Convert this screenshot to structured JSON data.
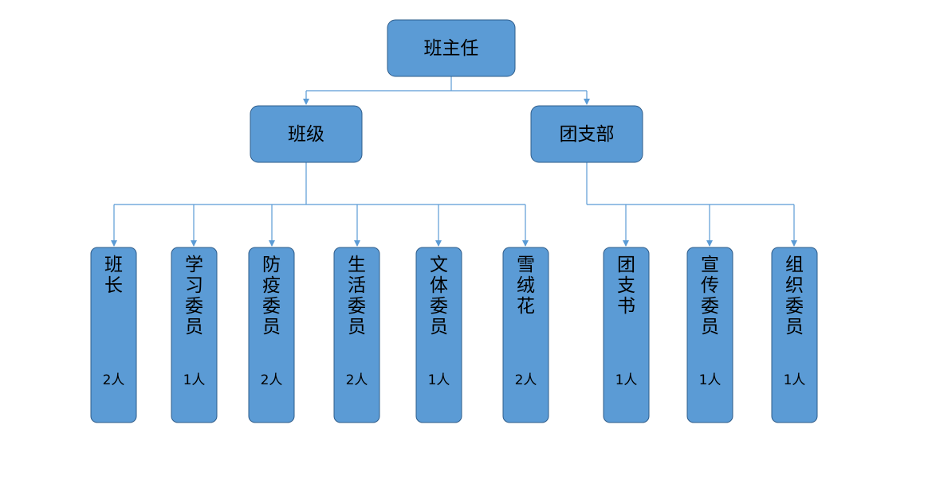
{
  "diagram": {
    "root": {
      "label": "班主任"
    },
    "branches": [
      {
        "label": "班级",
        "roles": [
          {
            "label": "班长",
            "count": "2人"
          },
          {
            "label": "学习委员",
            "count": "1人"
          },
          {
            "label": "防疫委员",
            "count": "2人"
          },
          {
            "label": "生活委员",
            "count": "2人"
          },
          {
            "label": "文体委员",
            "count": "1人"
          },
          {
            "label": "雪绒花",
            "count": "2人"
          }
        ]
      },
      {
        "label": "团支部",
        "roles": [
          {
            "label": "团支书",
            "count": "1人"
          },
          {
            "label": "宣传委员",
            "count": "1人"
          },
          {
            "label": "组织委员",
            "count": "1人"
          }
        ]
      }
    ],
    "colors": {
      "box_fill": "#5b9bd5",
      "box_stroke": "#2e5c8a",
      "connector": "#5b9bd5",
      "text": "#000000"
    }
  }
}
